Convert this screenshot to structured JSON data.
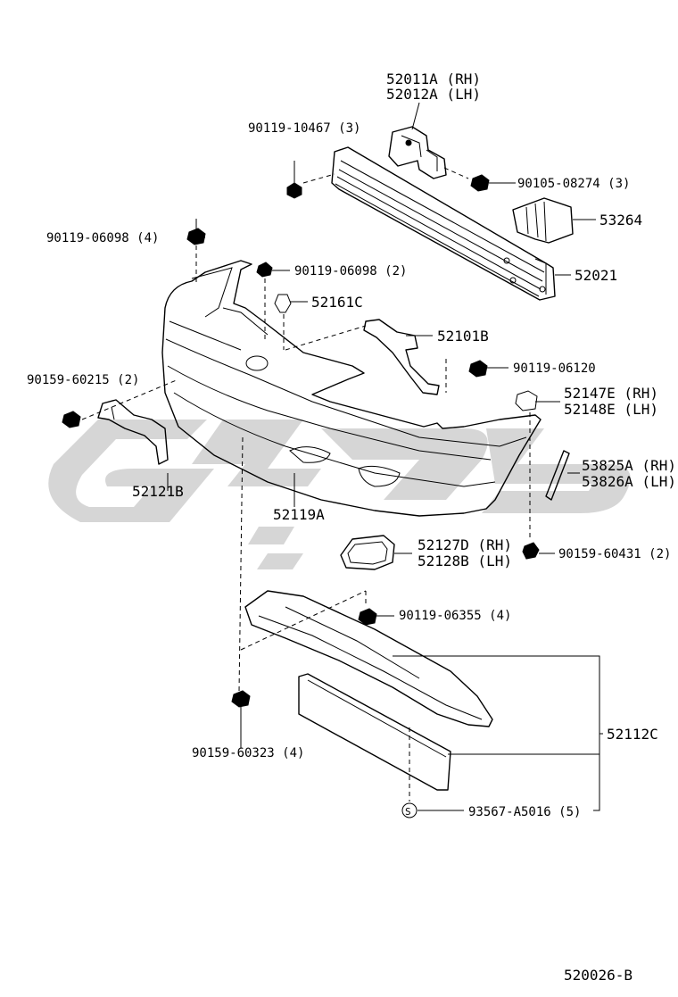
{
  "diagram": {
    "code": "520026-B",
    "labels": {
      "bracket_rh": "52011A (RH)",
      "bracket_lh": "52012A (LH)",
      "bolt_top": "90119-10467 (3)",
      "bolt_reinf": "90105-08274 (3)",
      "absorber": "53264",
      "reinforcement": "52021",
      "bolt_left": "90119-06098 (4)",
      "bolt_mid": "90119-06098 (2)",
      "clip_mid": "52161C",
      "support": "52101B",
      "bolt_support": "90119-06120",
      "retainer_left": "90159-60215 (2)",
      "clip_rh": "52147E (RH)",
      "clip_lh": "52148E (LH)",
      "bumper_cover": "52119A",
      "bracket_lower": "52121B",
      "moulding_rh": "53825A (RH)",
      "moulding_lh": "53826A (LH)",
      "cover_rh": "52127D (RH)",
      "cover_lh": "52128B (LH)",
      "screw_right": "90159-60431 (2)",
      "bolt_lower": "90119-06355 (4)",
      "undercover": "52112C",
      "screw_lower": "90159-60323 (4)",
      "screw_s": "93567-A5016 (5)",
      "s_symbol": "S"
    }
  }
}
